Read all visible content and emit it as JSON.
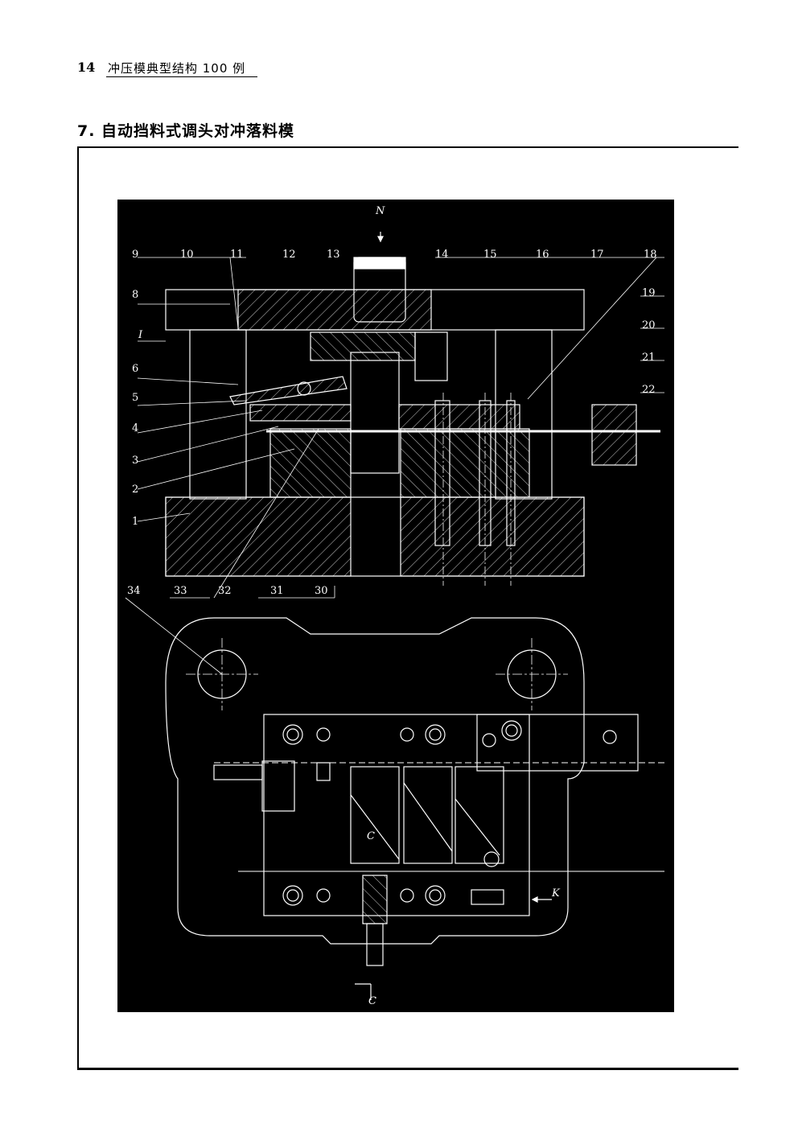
{
  "header": {
    "page_number": "14",
    "book_title": "冲压模典型结构 100 例"
  },
  "section": {
    "title": "7. 自动挡料式调头对冲落料模"
  },
  "drawing": {
    "view_marks": {
      "top_arrow": "N",
      "side_arrow": "K",
      "section_mark": "C",
      "section_mark_lower": "C"
    },
    "part_label_I": "I",
    "callouts_top": [
      "9",
      "10",
      "11",
      "12",
      "13",
      "14",
      "15",
      "16",
      "17",
      "18"
    ],
    "callouts_right": [
      "19",
      "20",
      "21",
      "22"
    ],
    "callouts_left": [
      "8",
      "6",
      "5",
      "4",
      "3",
      "2",
      "1"
    ],
    "callouts_bottom": [
      "34",
      "33",
      "32",
      "31",
      "30"
    ]
  }
}
